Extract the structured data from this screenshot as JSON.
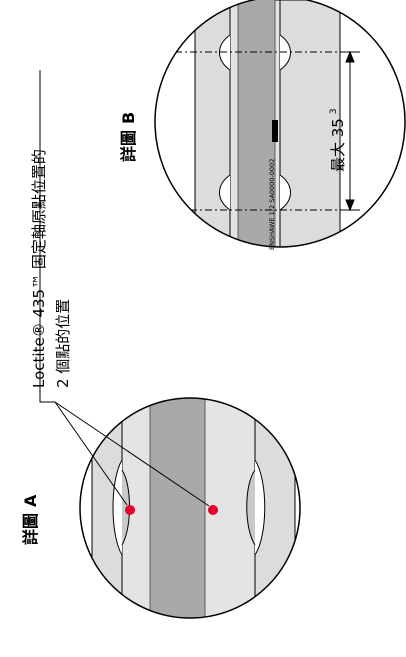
{
  "detail_a": {
    "label_prefix": "詳圖",
    "label_letter": "A"
  },
  "detail_b": {
    "label_prefix": "詳圖",
    "label_letter": "B",
    "dimension_text": "最大 35",
    "dimension_superscript": "3",
    "pipe_marking": "ENSHAWE 1/2 SA0000-0002"
  },
  "callout": {
    "line1": "Loctite® 435™ 固定軸原點位置的",
    "line2": "2 個點的位置"
  },
  "colors": {
    "pipe_gray": "#a9a9a9",
    "wall_gray": "#d6d6d6",
    "glue_red": "#e4002b",
    "outline": "#000000"
  }
}
